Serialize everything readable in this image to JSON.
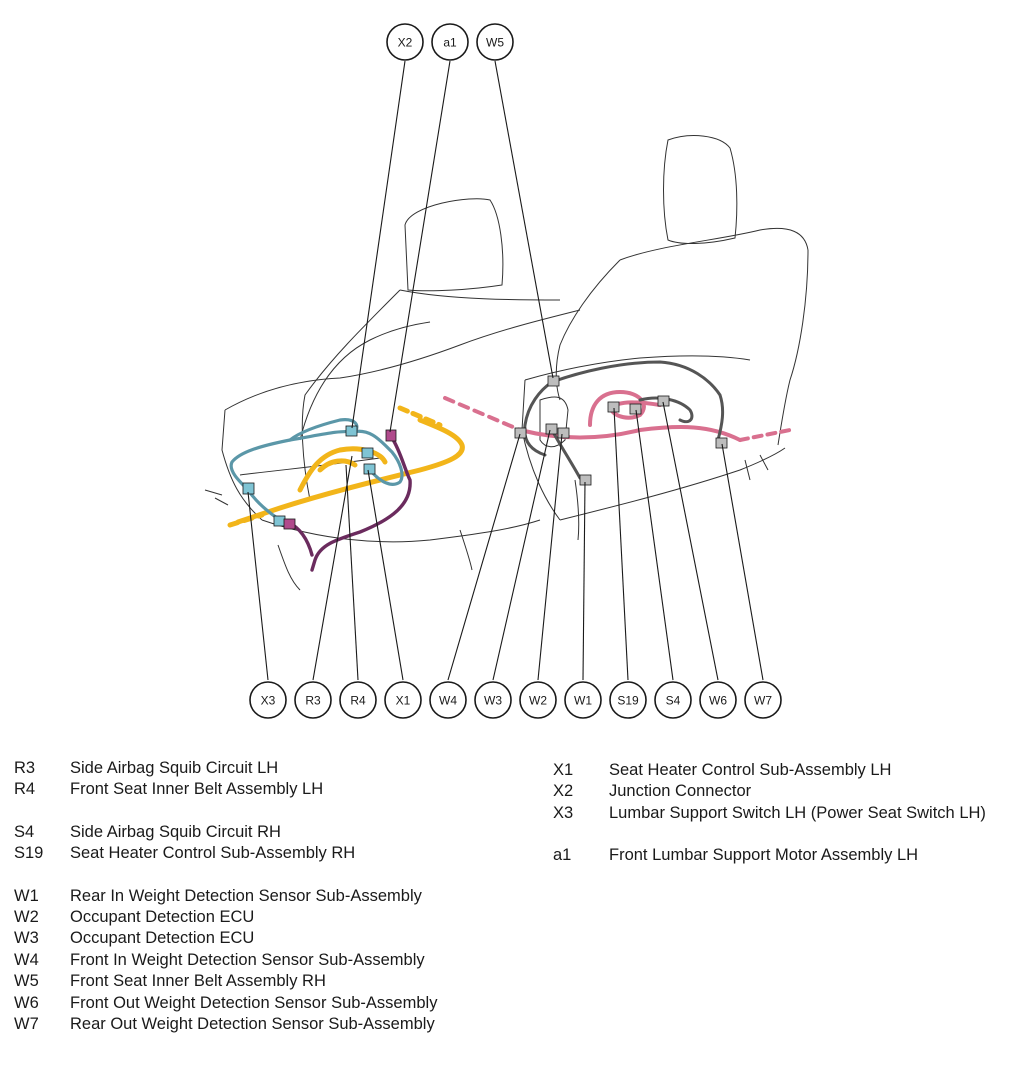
{
  "top_callouts": [
    "X2",
    "a1",
    "W5"
  ],
  "bottom_callouts": [
    "X3",
    "R3",
    "R4",
    "X1",
    "W4",
    "W3",
    "W2",
    "W1",
    "S19",
    "S4",
    "W6",
    "W7"
  ],
  "legend_left": {
    "group_r": [
      {
        "code": "R3",
        "desc": "Side Airbag Squib Circuit LH"
      },
      {
        "code": "R4",
        "desc": "Front Seat Inner Belt Assembly LH"
      }
    ],
    "group_s": [
      {
        "code": "S4",
        "desc": "Side Airbag Squib Circuit RH"
      },
      {
        "code": "S19",
        "desc": "Seat Heater Control Sub-Assembly RH"
      }
    ],
    "group_w": [
      {
        "code": "W1",
        "desc": "Rear In Weight Detection Sensor Sub-Assembly"
      },
      {
        "code": "W2",
        "desc": "Occupant Detection ECU"
      },
      {
        "code": "W3",
        "desc": "Occupant Detection ECU"
      },
      {
        "code": "W4",
        "desc": "Front In Weight Detection Sensor Sub-Assembly"
      },
      {
        "code": "W5",
        "desc": "Front Seat Inner Belt Assembly RH"
      },
      {
        "code": "W6",
        "desc": "Front Out Weight Detection Sensor Sub-Assembly"
      },
      {
        "code": "W7",
        "desc": "Rear Out Weight Detection Sensor Sub-Assembly"
      }
    ]
  },
  "legend_right": {
    "group_x": [
      {
        "code": "X1",
        "desc": "Seat Heater Control Sub-Assembly LH"
      },
      {
        "code": "X2",
        "desc": "Junction Connector"
      },
      {
        "code": "X3",
        "desc": "Lumbar Support Switch LH (Power Seat Switch LH)"
      }
    ],
    "group_a": [
      {
        "code": "a1",
        "desc": "Front Lumbar Support Motor Assembly LH"
      }
    ]
  },
  "colors": {
    "harness_yellow": "#f2b51a",
    "harness_blue": "#5b97a8",
    "harness_purple": "#6b2b5e",
    "harness_pink": "#d9708f",
    "harness_gray": "#555555"
  }
}
